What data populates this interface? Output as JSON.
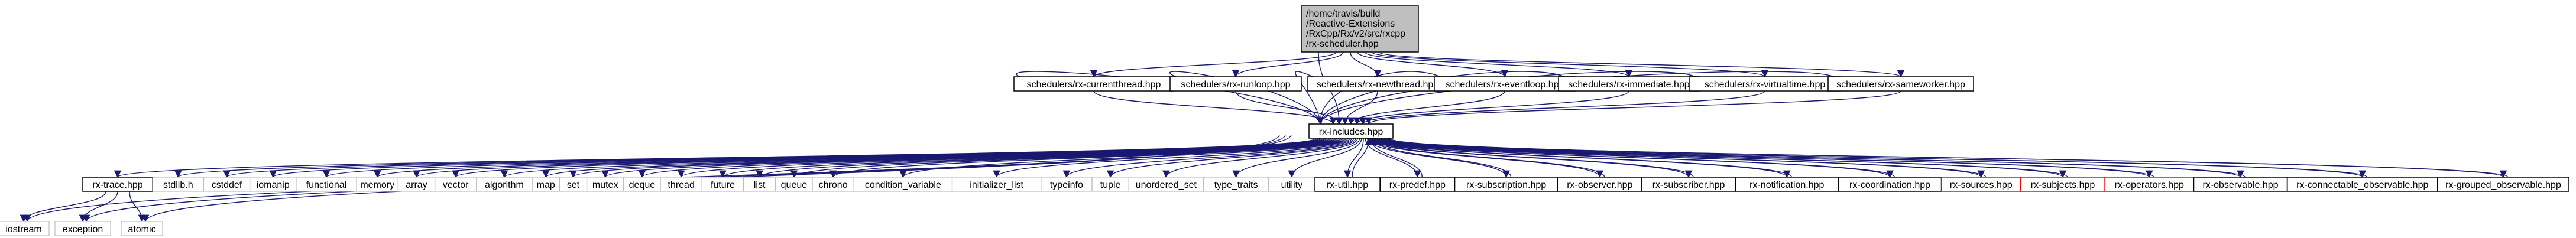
{
  "colors": {
    "edge": "#191970",
    "root_fill": "#bfbfbf",
    "box_border": "#000000",
    "leaf_border": "#bfbfbf",
    "unresolved_border": "#ff0000"
  },
  "root": {
    "lines": [
      "/home/travis/build",
      "/Reactive-Extensions",
      "/RxCpp/Rx/v2/src/rxcpp",
      "/rx-scheduler.hpp"
    ]
  },
  "schedulers": [
    "schedulers/rx-currentthread.hpp",
    "schedulers/rx-runloop.hpp",
    "schedulers/rx-newthread.hpp",
    "schedulers/rx-eventloop.hpp",
    "schedulers/rx-immediate.hpp",
    "schedulers/rx-virtualtime.hpp",
    "schedulers/rx-sameworker.hpp"
  ],
  "includes_hub": "rx-includes.hpp",
  "row3": [
    "rx-trace.hpp",
    "stdlib.h",
    "cstddef",
    "iomanip",
    "functional",
    "memory",
    "array",
    "vector",
    "algorithm",
    "map",
    "set",
    "mutex",
    "deque",
    "thread",
    "future",
    "list",
    "queue",
    "chrono",
    "condition_variable",
    "initializer_list",
    "typeinfo",
    "tuple",
    "unordered_set",
    "type_traits",
    "utility",
    "rx-util.hpp",
    "rx-predef.hpp",
    "rx-subscription.hpp",
    "rx-observer.hpp",
    "rx-subscriber.hpp",
    "rx-notification.hpp",
    "rx-coordination.hpp",
    "rx-sources.hpp",
    "rx-subjects.hpp",
    "rx-operators.hpp",
    "rx-observable.hpp",
    "rx-connectable_observable.hpp",
    "rx-grouped_observable.hpp"
  ],
  "row4": [
    "iostream",
    "exception",
    "atomic"
  ]
}
